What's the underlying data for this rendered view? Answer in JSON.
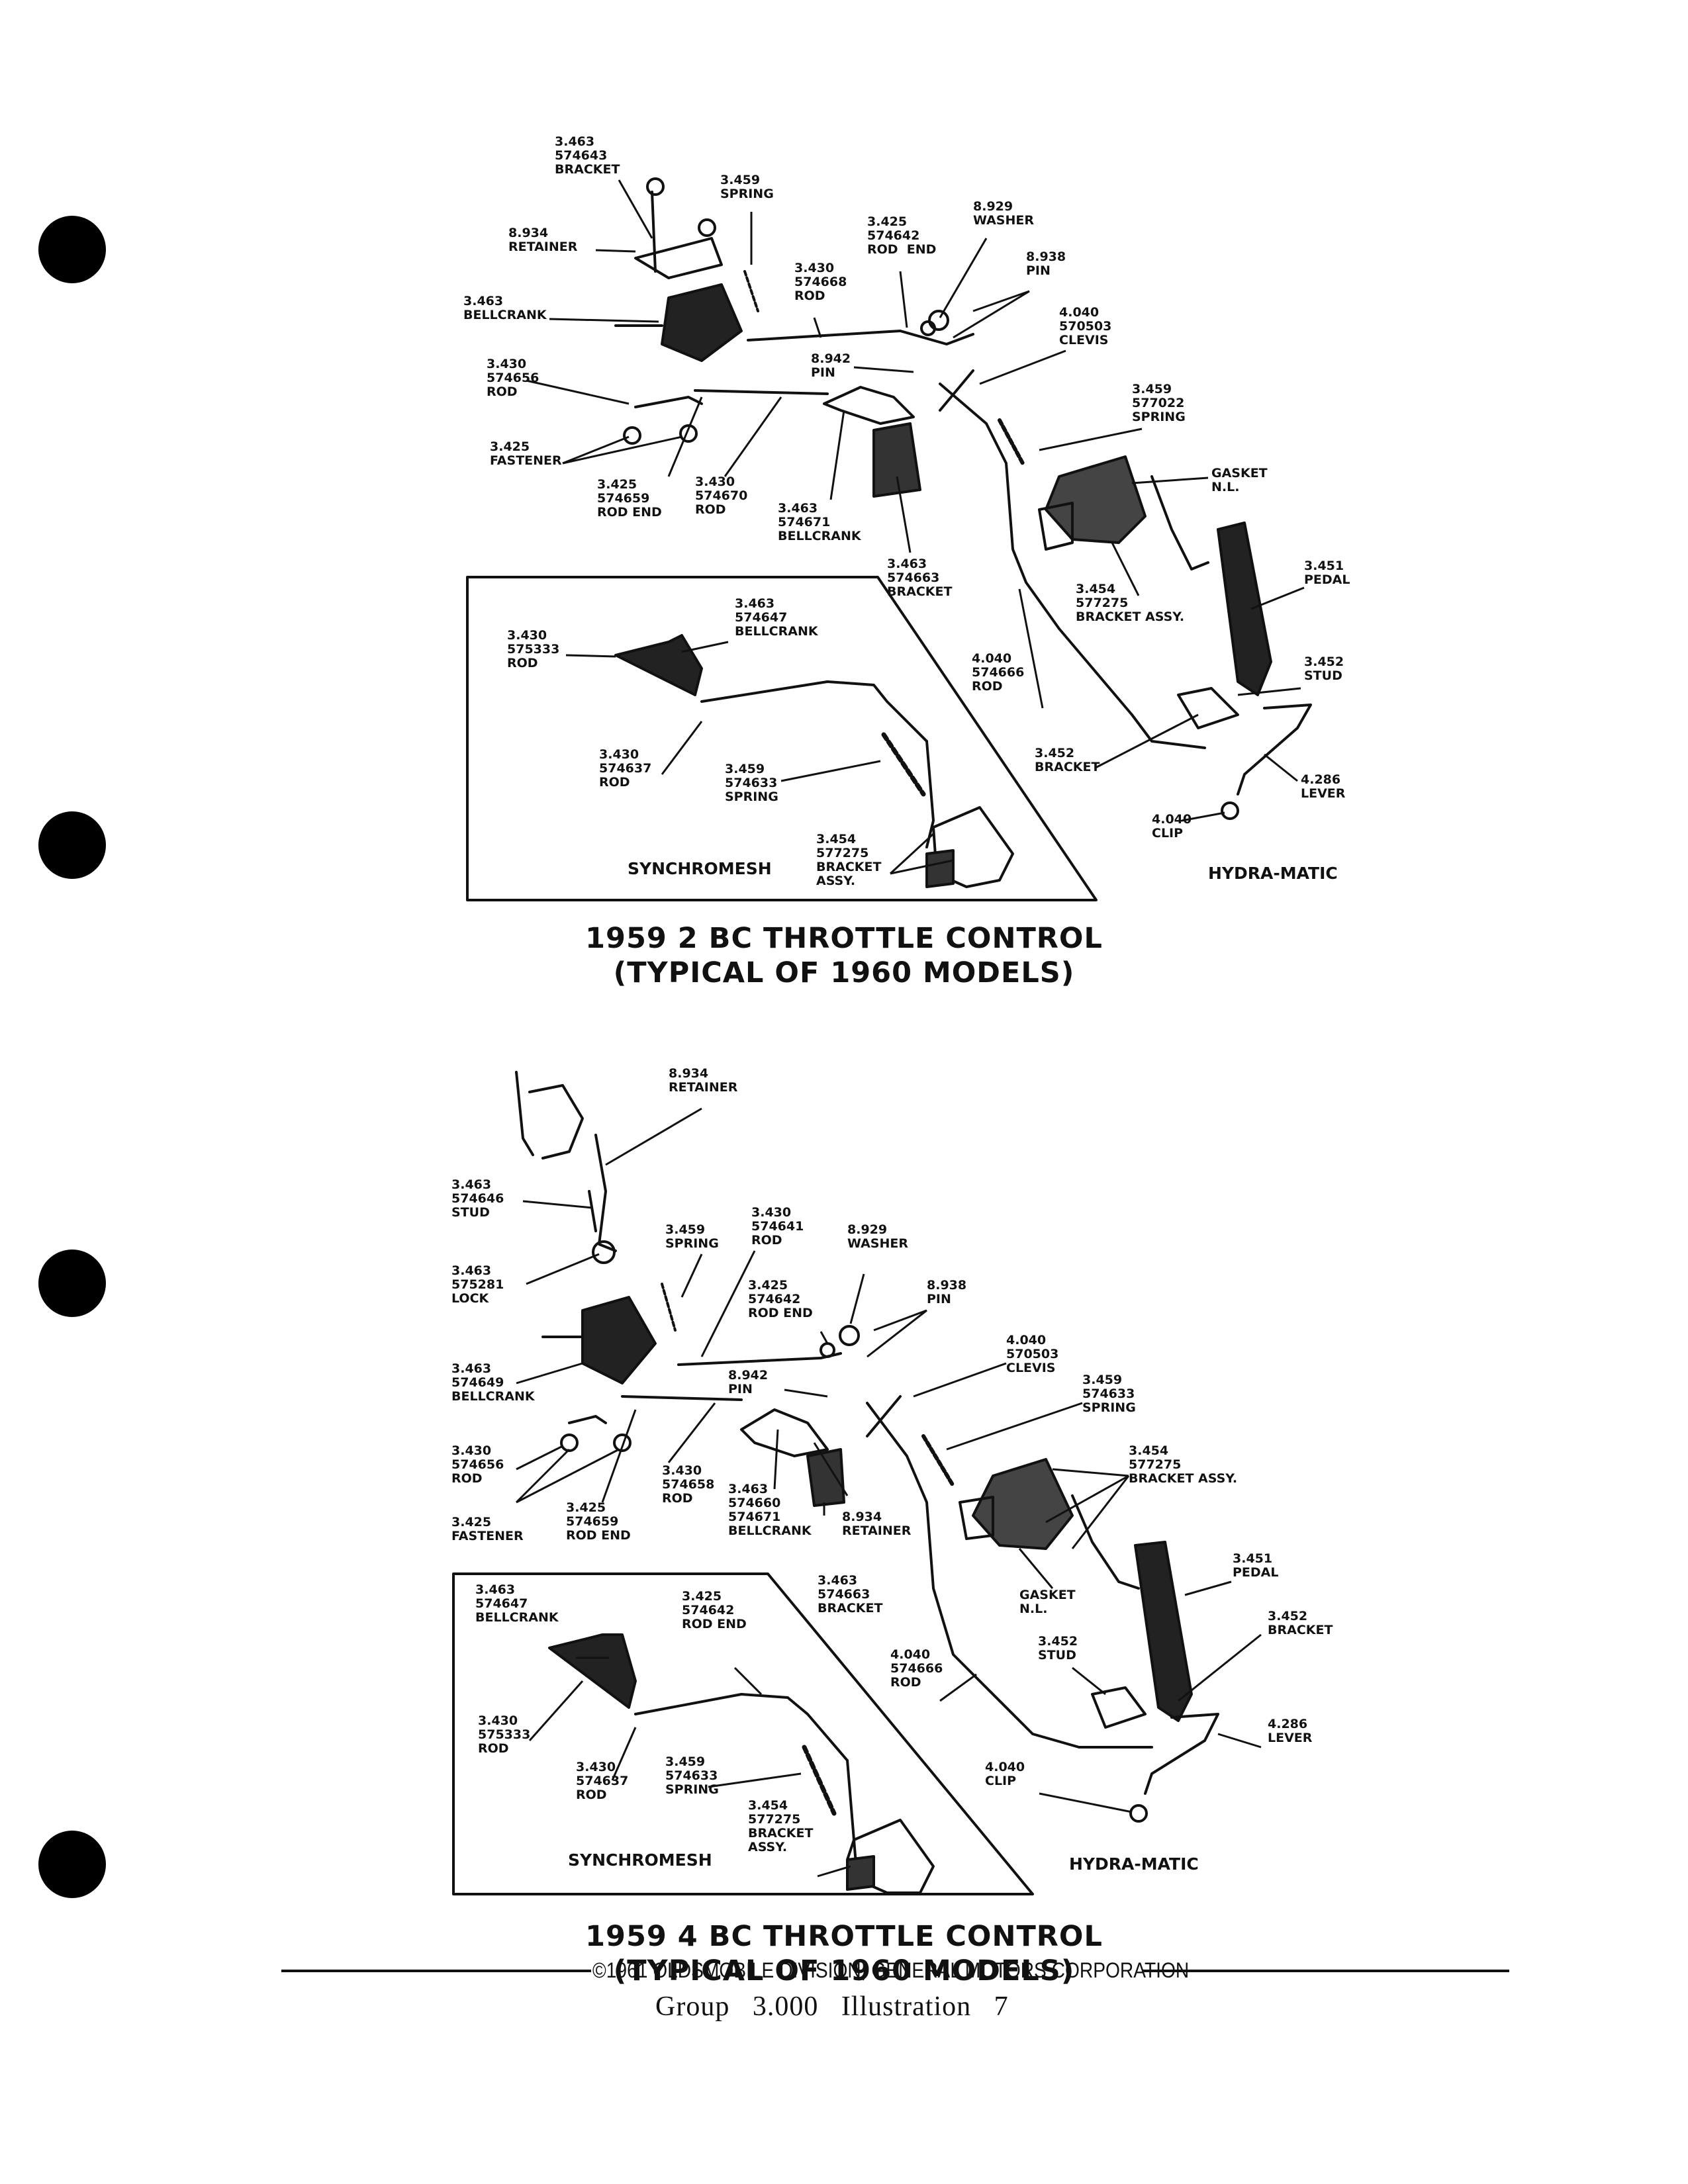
{
  "diagram_top": {
    "labels": [
      {
        "id": "bracket-3463-574643",
        "lines": [
          "3.463",
          "574643",
          "BRACKET"
        ]
      },
      {
        "id": "spring-3459",
        "lines": [
          "3.459",
          "SPRING"
        ]
      },
      {
        "id": "retainer-8934",
        "lines": [
          "8.934",
          "RETAINER"
        ]
      },
      {
        "id": "bellcrank-3463",
        "lines": [
          "3.463",
          "BELLCRANK"
        ]
      },
      {
        "id": "rod-3430-574656",
        "lines": [
          "3.430",
          "574656",
          "ROD"
        ]
      },
      {
        "id": "fastener-3425",
        "lines": [
          "3.425",
          "FASTENER"
        ]
      },
      {
        "id": "rod-end-3425-574659",
        "lines": [
          "3.425",
          "574659",
          "ROD END"
        ]
      },
      {
        "id": "rod-3430-574670",
        "lines": [
          "3.430",
          "574670",
          "ROD"
        ]
      },
      {
        "id": "rod-3430-574668",
        "lines": [
          "3.430",
          "574668",
          "ROD"
        ]
      },
      {
        "id": "rod-end-3425-574642",
        "lines": [
          "3.425",
          "574642",
          "ROD  END"
        ]
      },
      {
        "id": "washer-8929",
        "lines": [
          "8.929",
          "WASHER"
        ]
      },
      {
        "id": "pin-8938",
        "lines": [
          "8.938",
          "PIN"
        ]
      },
      {
        "id": "clevis-4040-570503",
        "lines": [
          "4.040",
          "570503",
          "CLEVIS"
        ]
      },
      {
        "id": "pin-8942",
        "lines": [
          "8.942",
          "PIN"
        ]
      },
      {
        "id": "bellcrank-3463-574671",
        "lines": [
          "3.463",
          "574671",
          "BELLCRANK"
        ]
      },
      {
        "id": "bracket-3463-574663",
        "lines": [
          "3.463",
          "574663",
          "BRACKET"
        ]
      },
      {
        "id": "spring-3459-577022",
        "lines": [
          "3.459",
          "577022",
          "SPRING"
        ]
      },
      {
        "id": "gasket-nl",
        "lines": [
          "GASKET",
          "N.L."
        ]
      },
      {
        "id": "pedal-3451",
        "lines": [
          "3.451",
          "PEDAL"
        ]
      },
      {
        "id": "bracket-assy-3454-577275",
        "lines": [
          "3.454",
          "577275",
          "BRACKET ASSY."
        ]
      },
      {
        "id": "stud-3452",
        "lines": [
          "3.452",
          "STUD"
        ]
      },
      {
        "id": "rod-4040-574666",
        "lines": [
          "4.040",
          "574666",
          "ROD"
        ]
      },
      {
        "id": "bracket-3452",
        "lines": [
          "3.452",
          "BRACKET"
        ]
      },
      {
        "id": "lever-4286",
        "lines": [
          "4.286",
          "LEVER"
        ]
      },
      {
        "id": "clip-4040",
        "lines": [
          "4.040",
          "CLIP"
        ]
      },
      {
        "id": "inset-bellcrank-3463-574647",
        "lines": [
          "3.463",
          "574647",
          "BELLCRANK"
        ]
      },
      {
        "id": "inset-rod-3430-575333",
        "lines": [
          "3.430",
          "575333",
          "ROD"
        ]
      },
      {
        "id": "inset-rod-3430-574637",
        "lines": [
          "3.430",
          "574637",
          "ROD"
        ]
      },
      {
        "id": "inset-spring-3459-574633",
        "lines": [
          "3.459",
          "574633",
          "SPRING"
        ]
      },
      {
        "id": "inset-bracket-assy-3454-577275",
        "lines": [
          "3.454",
          "577275",
          "BRACKET",
          "ASSY."
        ]
      }
    ],
    "synchromesh_label": "SYNCHROMESH",
    "hydramatic_label": "HYDRA-MATIC",
    "title_line1": "1959  2  BC  THROTTLE  CONTROL",
    "title_line2": "(TYPICAL  OF  1960  MODELS)"
  },
  "diagram_bottom": {
    "labels": [
      {
        "id": "retainer-8934",
        "lines": [
          "8.934",
          "RETAINER"
        ]
      },
      {
        "id": "stud-3463-574646",
        "lines": [
          "3.463",
          "574646",
          "STUD"
        ]
      },
      {
        "id": "spring-3459",
        "lines": [
          "3.459",
          "SPRING"
        ]
      },
      {
        "id": "rod-3430-574641",
        "lines": [
          "3.430",
          "574641",
          "ROD"
        ]
      },
      {
        "id": "washer-8929",
        "lines": [
          "8.929",
          "WASHER"
        ]
      },
      {
        "id": "lock-3463-575281",
        "lines": [
          "3.463",
          "575281",
          "LOCK"
        ]
      },
      {
        "id": "rod-end-3425-574642",
        "lines": [
          "3.425",
          "574642",
          "ROD END"
        ]
      },
      {
        "id": "pin-8938",
        "lines": [
          "8.938",
          "PIN"
        ]
      },
      {
        "id": "clevis-4040-570503",
        "lines": [
          "4.040",
          "570503",
          "CLEVIS"
        ]
      },
      {
        "id": "bellcrank-3463-574649",
        "lines": [
          "3.463",
          "574649",
          "BELLCRANK"
        ]
      },
      {
        "id": "pin-8942",
        "lines": [
          "8.942",
          "PIN"
        ]
      },
      {
        "id": "spring-3459-574633",
        "lines": [
          "3.459",
          "574633",
          "SPRING"
        ]
      },
      {
        "id": "rod-3430-574656",
        "lines": [
          "3.430",
          "574656",
          "ROD"
        ]
      },
      {
        "id": "rod-3430-574658",
        "lines": [
          "3.430",
          "574658",
          "ROD"
        ]
      },
      {
        "id": "bracket-assy-3454-577275",
        "lines": [
          "3.454",
          "577275",
          "BRACKET ASSY."
        ]
      },
      {
        "id": "fastener-3425",
        "lines": [
          "3.425",
          "FASTENER"
        ]
      },
      {
        "id": "rod-end-3425-574659",
        "lines": [
          "3.425",
          "574659",
          "ROD END"
        ]
      },
      {
        "id": "bellcrank-3463-574660-574671",
        "lines": [
          "3.463",
          "574660",
          "574671",
          "BELLCRANK"
        ]
      },
      {
        "id": "retainer-8934-b",
        "lines": [
          "8.934",
          "RETAINER"
        ]
      },
      {
        "id": "pedal-3451",
        "lines": [
          "3.451",
          "PEDAL"
        ]
      },
      {
        "id": "gasket-nl",
        "lines": [
          "GASKET",
          "N.L."
        ]
      },
      {
        "id": "bracket-3463-574663",
        "lines": [
          "3.463",
          "574663",
          "BRACKET"
        ]
      },
      {
        "id": "stud-3452",
        "lines": [
          "3.452",
          "STUD"
        ]
      },
      {
        "id": "bracket-3452",
        "lines": [
          "3.452",
          "BRACKET"
        ]
      },
      {
        "id": "rod-4040-574666",
        "lines": [
          "4.040",
          "574666",
          "ROD"
        ]
      },
      {
        "id": "lever-4286",
        "lines": [
          "4.286",
          "LEVER"
        ]
      },
      {
        "id": "clip-4040",
        "lines": [
          "4.040",
          "CLIP"
        ]
      },
      {
        "id": "inset-bellcrank-3463-574647",
        "lines": [
          "3.463",
          "574647",
          "BELLCRANK"
        ]
      },
      {
        "id": "inset-rod-end-3425-574642",
        "lines": [
          "3.425",
          "574642",
          "ROD END"
        ]
      },
      {
        "id": "inset-rod-3430-575333",
        "lines": [
          "3.430",
          "575333",
          "ROD"
        ]
      },
      {
        "id": "inset-rod-3430-574637",
        "lines": [
          "3.430",
          "574637",
          "ROD"
        ]
      },
      {
        "id": "inset-spring-3459-574633",
        "lines": [
          "3.459",
          "574633",
          "SPRING"
        ]
      },
      {
        "id": "inset-bracket-assy-3454-577275",
        "lines": [
          "3.454",
          "577275",
          "BRACKET",
          "ASSY."
        ]
      }
    ],
    "synchromesh_label": "SYNCHROMESH",
    "hydramatic_label": "HYDRA-MATIC",
    "title_line1": "1959  4  BC  THROTTLE  CONTROL",
    "title_line2": "(TYPICAL  OF  1960  MODELS)"
  },
  "footer": {
    "copyright": "©1961 OLDSMOBILE DIVISION, GENERAL MOTORS CORPORATION",
    "group_line": "Group   3.000   Illustration   7"
  }
}
